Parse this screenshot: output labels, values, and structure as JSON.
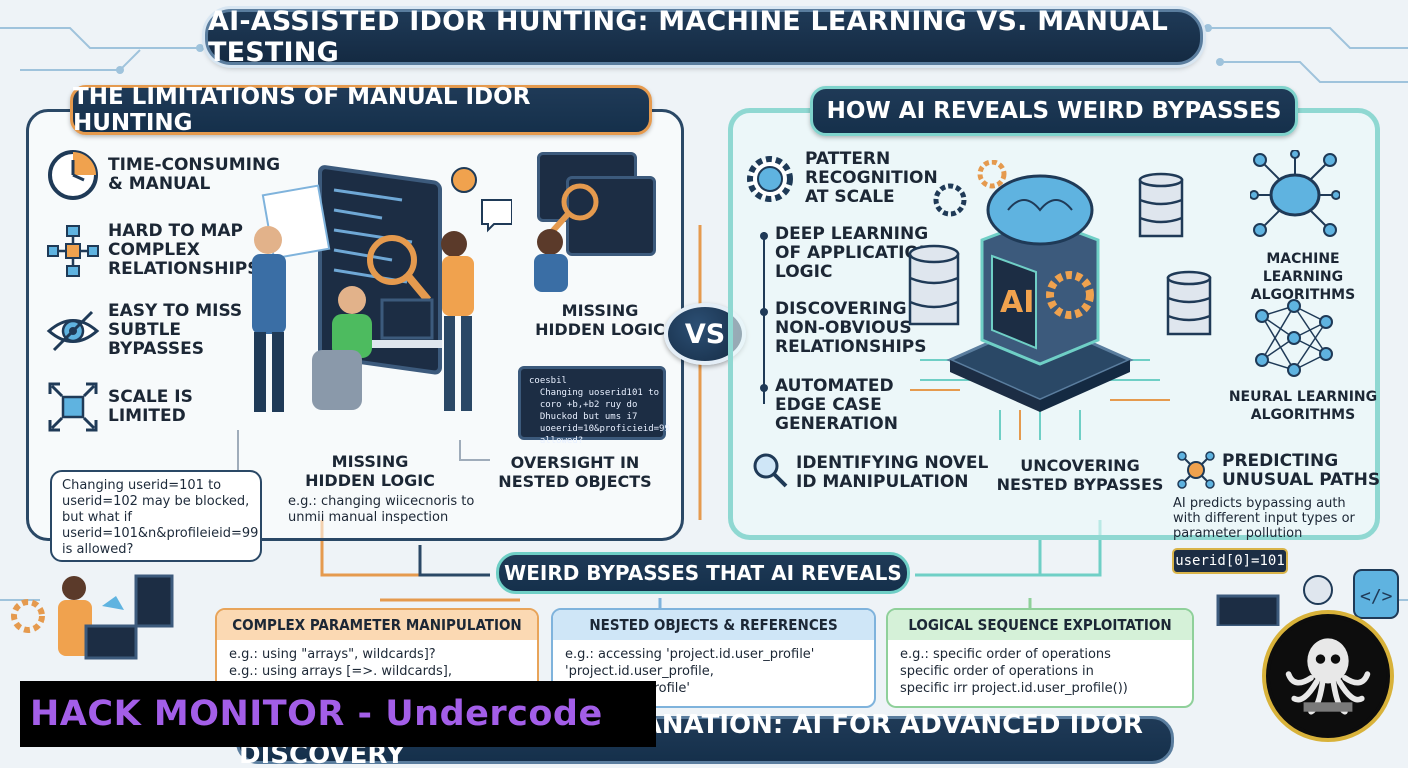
{
  "title": "AI-ASSISTED IDOR HUNTING: MACHINE LEARNING VS. MANUAL TESTING",
  "left_panel": {
    "header": "THE LIMITATIONS OF MANUAL IDOR HUNTING",
    "items": [
      {
        "icon": "clock-icon",
        "text": "TIME-CONSUMING\n& MANUAL"
      },
      {
        "icon": "network-map-icon",
        "text": "HARD TO MAP\nCOMPLEX\nRELATIONSHIPS"
      },
      {
        "icon": "eye-icon",
        "text": "EASY TO MISS\nSUBTLE\nBYPASSES"
      },
      {
        "icon": "scale-icon",
        "text": "SCALE IS\nLIMITED"
      }
    ],
    "missing_logic_top": "MISSING\nHIDDEN LOGIC",
    "missing_logic_bottom": "MISSING\nHIDDEN LOGIC",
    "missing_logic_example": "e.g.: changing wiicecnoris to\nunmii manual inspection",
    "oversight": "OVERSIGHT IN\nNESTED OBJECTS",
    "note": "Changing userid=101 to\nuserid=102 may be blocked,\nbut what if\nuserid=101&n&profileieid=99\nis allowed?",
    "code_snippet": "coesbil\n  Changing uoserid101 to\n  coro +b,+b2 ruy do\n  Dhuckod but ums i7\n  uoeerid=10&proficieid=99\n  allowed?"
  },
  "vs_label": "VS",
  "right_panel": {
    "header": "HOW AI REVEALS WEIRD BYPASSES",
    "items": [
      {
        "icon": "gear-brain-icon",
        "text": "PATTERN\nRECOGNITION\nAT SCALE"
      },
      {
        "icon": "bullet",
        "text": "DEEP LEARNING\nOF APPLICATION\nLOGIC"
      },
      {
        "icon": "bullet",
        "text": "DISCOVERING\nNON-OBVIOUS\nRELATIONSHIPS"
      },
      {
        "icon": "bullet",
        "text": "AUTOMATED\nEDGE CASE\nGENERATION"
      }
    ],
    "novel_id": "IDENTIFYING NOVEL\nID MANIPULATION",
    "nested": "UNCOVERING\nNESTED BYPASSES",
    "predicting": "PREDICTING\nUNUSUAL PATHS",
    "predicting_note": "AI predicts bypassing auth\nwith different input types or\nparameter pollution",
    "code_example": "userid[0]=101",
    "chip_label": "AI",
    "ml_algorithms": "MACHINE LEARNING\nALGORITHMS",
    "neural_algorithms": "NEURAL LEARNING\nALGORITHMS"
  },
  "weird_bypasses": {
    "banner": "WEIRD BYPASSES THAT AI REVEALS",
    "cards": [
      {
        "title": "COMPLEX PARAMETER MANIPULATION",
        "body": "e.g.: using \"arrays\", wildcards]?\ne.g.: using arrays [=>. wildcards],"
      },
      {
        "title": "NESTED OBJECTS & REFERENCES",
        "body": "e.g.: accessing 'project.id.user_profile'\n'project.id.user_profile,\nectt.id.user_profile'"
      },
      {
        "title": "LOGICAL SEQUENCE EXPLOITATION",
        "body": "e.g.: specific order of operations\nspecific order of operations in\nspecific irr project.id.user_profile())"
      }
    ]
  },
  "bottom_banner": "EDUCATIONAL VISUAL EXPLANATION: AI FOR ADVANCED IDOR DISCOVERY",
  "watermark": "HACK MONITOR - Undercode",
  "colors": {
    "navy": "#1f3a57",
    "orange_accent": "#e59a4e",
    "teal_accent": "#8fd8d2",
    "watermark_text": "#a35ee8"
  }
}
